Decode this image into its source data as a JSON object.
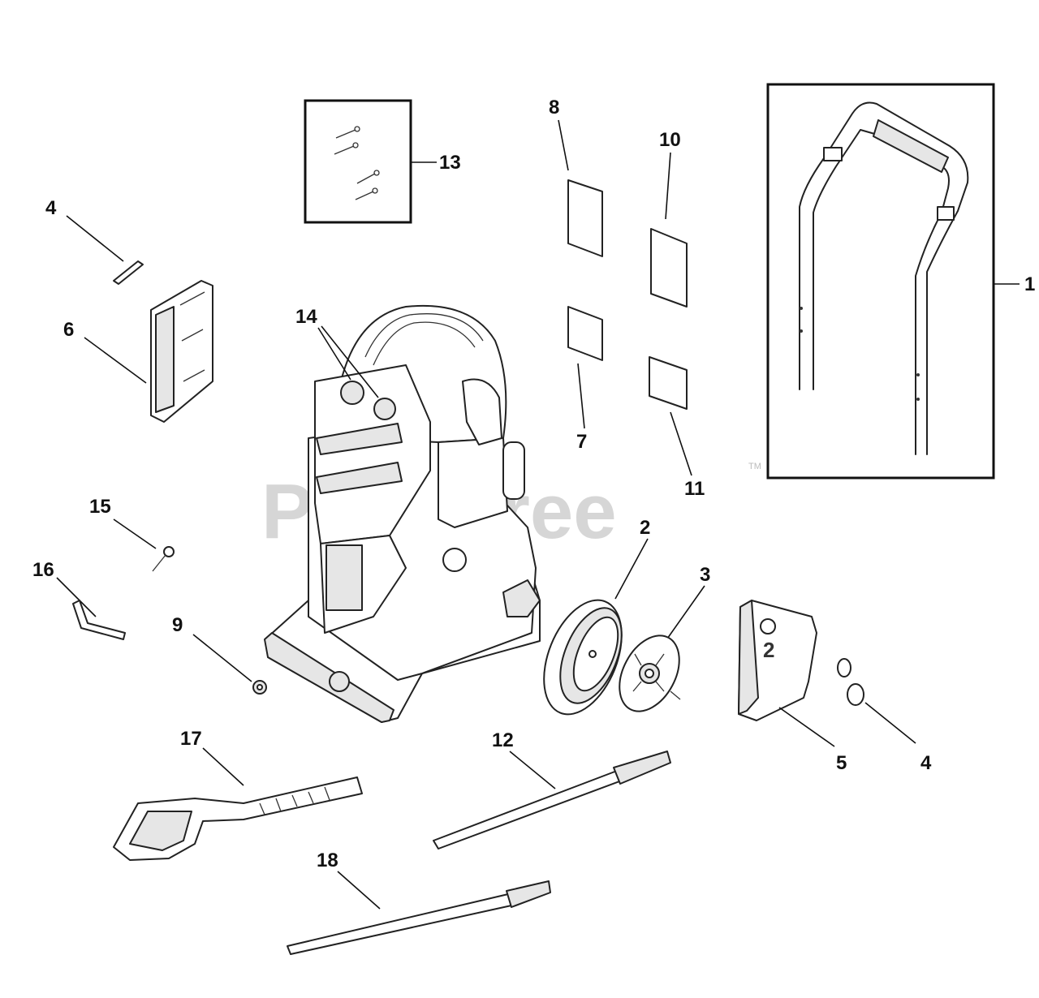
{
  "watermark": {
    "text": "PartsTree",
    "trademark": "TM"
  },
  "callouts": {
    "c1": "1",
    "c2": "2",
    "c3": "3",
    "c4a": "4",
    "c4b": "4",
    "c5": "5",
    "c6": "6",
    "c7": "7",
    "c8": "8",
    "c9": "9",
    "c10": "10",
    "c11": "11",
    "c12": "12",
    "c13": "13",
    "c14": "14",
    "c15": "15",
    "c16": "16",
    "c17": "17",
    "c18": "18"
  },
  "part_marks": {
    "tank_label": "2"
  }
}
